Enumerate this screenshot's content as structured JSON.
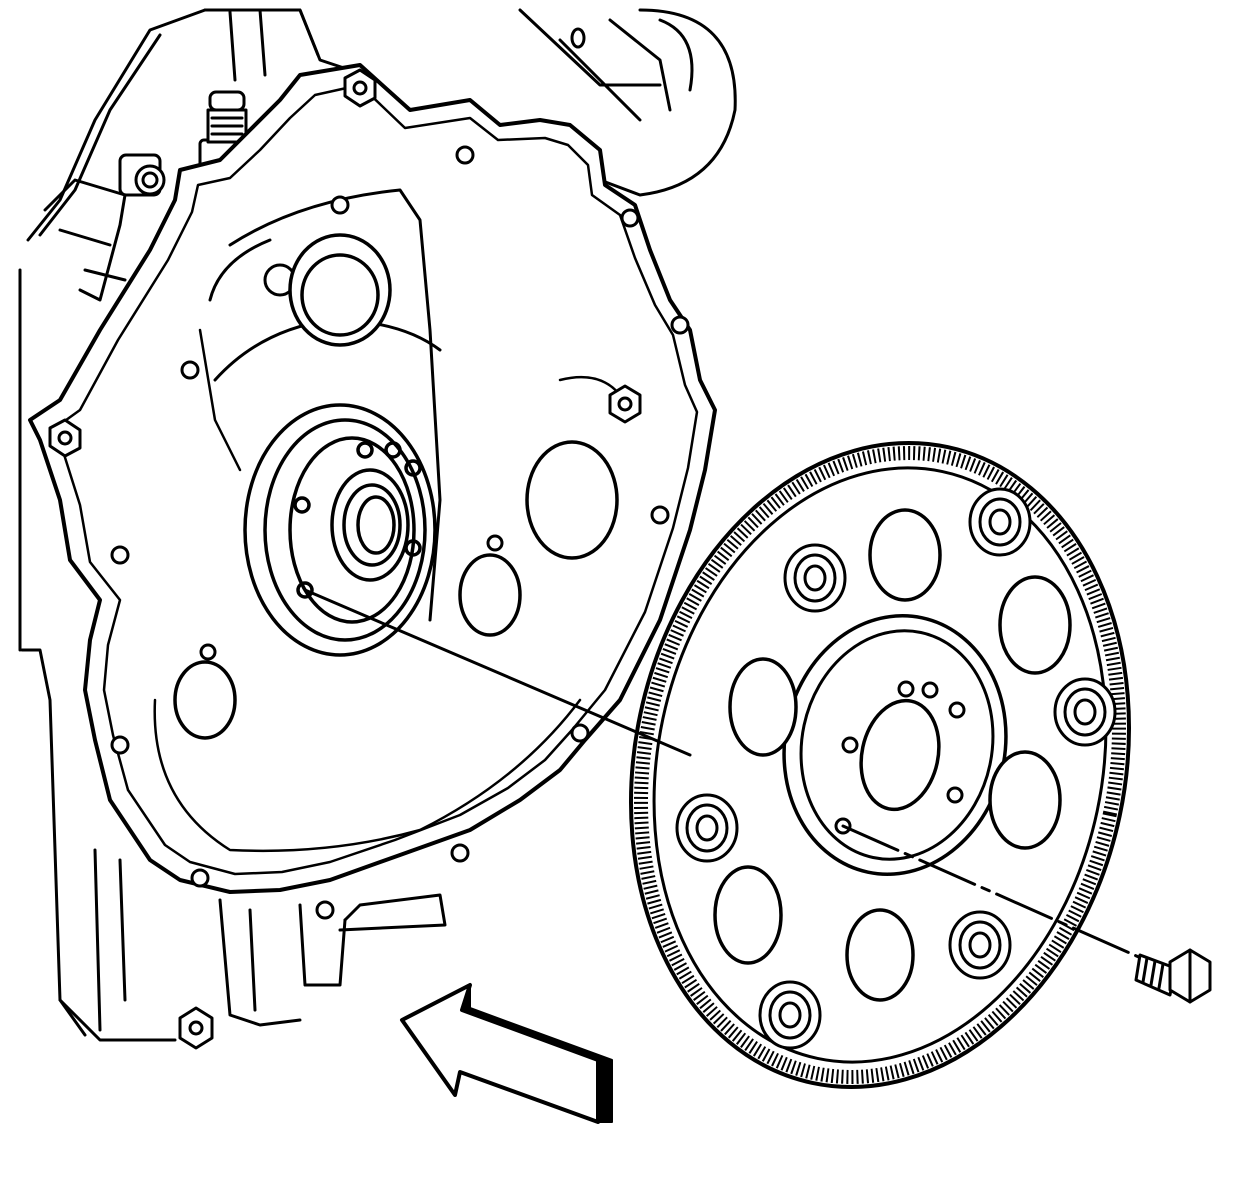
{
  "figure": {
    "kind": "exploded-view line drawing",
    "title": "",
    "caption": "",
    "colors": {
      "line": "#000000",
      "background": "#ffffff"
    },
    "components": [
      {
        "id": "engine-block",
        "icon": "engine-block-icon"
      },
      {
        "id": "rear-engine-plate",
        "icon": "engine-plate-icon"
      },
      {
        "id": "crankshaft-flange",
        "icon": "crankshaft-icon"
      },
      {
        "id": "flexplate",
        "icon": "ring-gear-icon"
      },
      {
        "id": "flexplate-bolt",
        "icon": "bolt-icon"
      },
      {
        "id": "direction-arrow",
        "icon": "arrow-icon"
      }
    ],
    "annotations": []
  }
}
